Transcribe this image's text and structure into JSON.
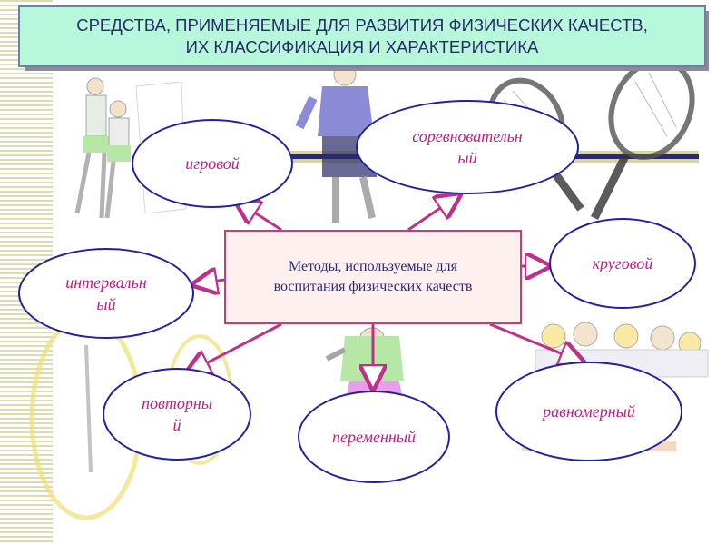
{
  "title": {
    "line1": "СРЕДСТВА, ПРИМЕНЯЕМЫЕ ДЛЯ РАЗВИТИЯ ФИЗИЧЕСКИХ КАЧЕСТВ,",
    "line2": "ИХ КЛАССИФИКАЦИЯ И ХАРАКТЕРИСТИКА"
  },
  "center": {
    "line1": "Методы, используемые для",
    "line2": "воспитания физических качеств"
  },
  "methods": {
    "igrovoy": {
      "line1": "игровой"
    },
    "sorevnovatelny": {
      "line1": "соревновательн",
      "line2": "ый"
    },
    "krugovoy": {
      "line1": "круговой"
    },
    "intervalny": {
      "line1": "интервальн",
      "line2": "ый"
    },
    "povtorny": {
      "line1": "повторны",
      "line2": "й"
    },
    "peremenny": {
      "line1": "переменный"
    },
    "ravnomerny": {
      "line1": "равномерный"
    }
  },
  "colors": {
    "title_bg": "#b7f7dc",
    "oval_border": "#2020a8",
    "oval_text": "#c02080",
    "arrow": "#c0308a",
    "center_border": "#c04070"
  },
  "background_art": [
    "volleyball-players-clipart",
    "soccer-player-clipart",
    "tennis-rackets-clipart",
    "gymnast-clipart",
    "athlete-clipart",
    "children-group-clipart"
  ]
}
